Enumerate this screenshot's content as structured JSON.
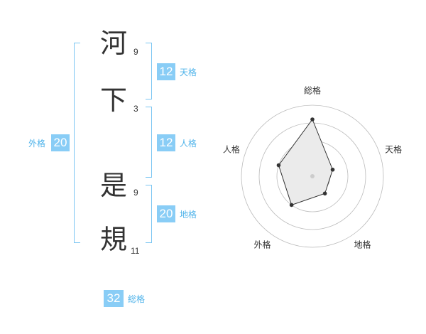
{
  "name": {
    "chars": [
      {
        "char": "河",
        "strokes": "9"
      },
      {
        "char": "下",
        "strokes": "3"
      },
      {
        "char": "是",
        "strokes": "9"
      },
      {
        "char": "規",
        "strokes": "11"
      }
    ]
  },
  "fortune": {
    "tenkaku": {
      "value": "12",
      "label": "天格"
    },
    "jinkaku": {
      "value": "12",
      "label": "人格"
    },
    "chikaku": {
      "value": "20",
      "label": "地格"
    },
    "gaikaku": {
      "value": "20",
      "label": "外格"
    },
    "soukaku": {
      "value": "32",
      "label": "総格"
    }
  },
  "chart_data": {
    "type": "radar",
    "axes": [
      "総格",
      "天格",
      "地格",
      "外格",
      "人格"
    ],
    "values": [
      32,
      12,
      12,
      20,
      20
    ],
    "rmax": 40,
    "rings": 4,
    "colors": {
      "fill": "#ebebeb",
      "line": "#333333",
      "grid": "#bbbbbb"
    }
  }
}
